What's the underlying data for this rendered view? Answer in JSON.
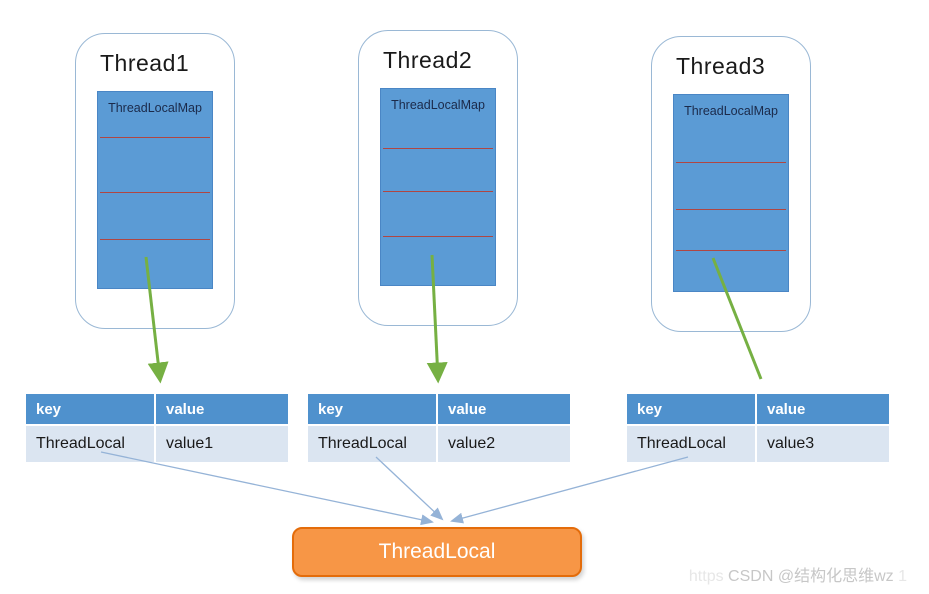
{
  "threads": [
    {
      "title": "Thread1",
      "map_label": "ThreadLocalMap"
    },
    {
      "title": "Thread2",
      "map_label": "ThreadLocalMap"
    },
    {
      "title": "Thread3",
      "map_label": "ThreadLocalMap"
    }
  ],
  "tables": [
    {
      "headers": [
        "key",
        "value"
      ],
      "row": {
        "key": "ThreadLocal",
        "value": "value1"
      }
    },
    {
      "headers": [
        "key",
        "value"
      ],
      "row": {
        "key": "ThreadLocal",
        "value": "value2"
      }
    },
    {
      "headers": [
        "key",
        "value"
      ],
      "row": {
        "key": "ThreadLocal",
        "value": "value3"
      }
    }
  ],
  "shared_box": {
    "label": "ThreadLocal"
  },
  "watermark": {
    "prefix": "https",
    "text": "CSDN @结构化思维wz",
    "suffix": "1"
  },
  "colors": {
    "map_fill": "#5b9bd5",
    "map_divider": "#b04642",
    "container_border": "#9ab8d5",
    "table_header_bg": "#4f91cd",
    "table_row_bg": "#dbe5f1",
    "green_arrow": "#76b043",
    "blue_arrow": "#95b3d7",
    "shared_fill": "#f79646",
    "shared_border": "#e46c0a"
  }
}
